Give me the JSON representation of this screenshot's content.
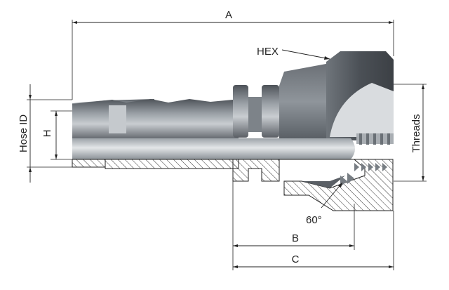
{
  "labels": {
    "a": "A",
    "b": "B",
    "c": "C",
    "hex": "HEX",
    "hose_id": "Hose ID",
    "h": "H",
    "threads": "Threads",
    "angle": "60°"
  },
  "colors": {
    "metal_dark": "#4a4f55",
    "metal_mid": "#8a9096",
    "metal_light": "#d7dbde",
    "dimension": "#222222"
  }
}
